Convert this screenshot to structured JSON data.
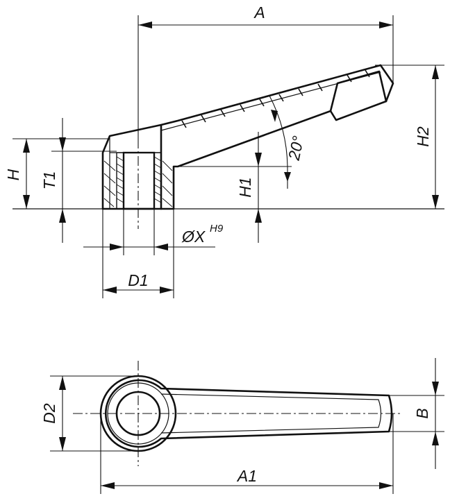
{
  "labels": {
    "A": "A",
    "A1": "A1",
    "B": "B",
    "D1": "D1",
    "D2": "D2",
    "H": "H",
    "H1": "H1",
    "H2": "H2",
    "T1": "T1",
    "bore": "ØX",
    "bore_tolerance": "H9",
    "angle": "20°"
  }
}
